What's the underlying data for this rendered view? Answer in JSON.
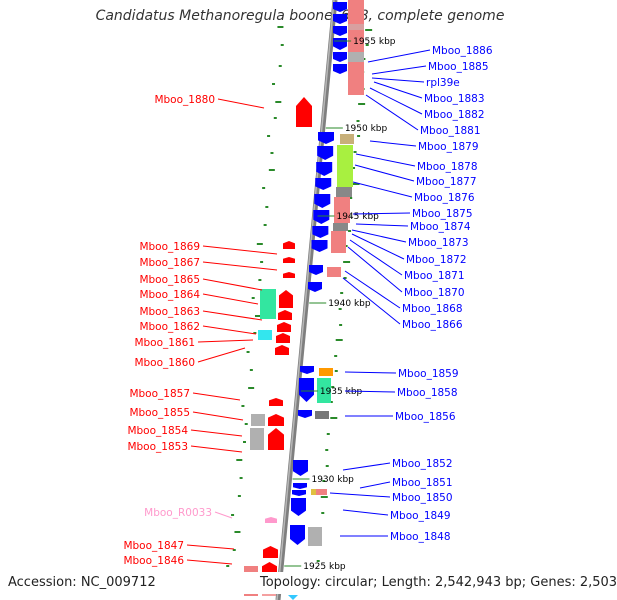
{
  "title": "Candidatus Methanoregula boonei 6A8, complete genome",
  "footer": {
    "accession": "Accession: NC_009712",
    "topology": "Topology: circular; Length: 2,542,943 bp; Genes: 2,503"
  },
  "colors": {
    "backbone": "#7f7f7f",
    "tick": "#2a8a2a",
    "forward_gene": "#ff0000",
    "reverse_gene": "#0000ff",
    "rna_gene": "#ff99cc",
    "cds_light_red": "#f08080",
    "cds_green": "#33e6a0",
    "cds_cyan": "#33e6ee",
    "cds_lime": "#a8f040",
    "cds_gray": "#b0b0b0",
    "cds_orange": "#ff9900",
    "cds_tan": "#c8b07a"
  },
  "scale_labels": [
    "1955 kbp",
    "1950 kbp",
    "1945 kbp",
    "1940 kbp",
    "1935 kbp",
    "1930 kbp",
    "1925 kbp"
  ],
  "left_genes": [
    {
      "label": "Mboo_1880",
      "kind": "forward_gene"
    },
    {
      "label": "Mboo_1869",
      "kind": "forward_gene"
    },
    {
      "label": "Mboo_1867",
      "kind": "forward_gene"
    },
    {
      "label": "Mboo_1865",
      "kind": "forward_gene"
    },
    {
      "label": "Mboo_1864",
      "kind": "forward_gene"
    },
    {
      "label": "Mboo_1863",
      "kind": "forward_gene"
    },
    {
      "label": "Mboo_1862",
      "kind": "forward_gene"
    },
    {
      "label": "Mboo_1861",
      "kind": "forward_gene"
    },
    {
      "label": "Mboo_1860",
      "kind": "forward_gene"
    },
    {
      "label": "Mboo_1857",
      "kind": "forward_gene"
    },
    {
      "label": "Mboo_1855",
      "kind": "forward_gene"
    },
    {
      "label": "Mboo_1854",
      "kind": "forward_gene"
    },
    {
      "label": "Mboo_1853",
      "kind": "forward_gene"
    },
    {
      "label": "Mboo_R0033",
      "kind": "rna_gene"
    },
    {
      "label": "Mboo_1847",
      "kind": "forward_gene"
    },
    {
      "label": "Mboo_1846",
      "kind": "forward_gene"
    }
  ],
  "right_genes": [
    {
      "label": "Mboo_1886"
    },
    {
      "label": "Mboo_1885"
    },
    {
      "label": "rpl39e"
    },
    {
      "label": "Mboo_1883"
    },
    {
      "label": "Mboo_1882"
    },
    {
      "label": "Mboo_1881"
    },
    {
      "label": "Mboo_1879"
    },
    {
      "label": "Mboo_1878"
    },
    {
      "label": "Mboo_1877"
    },
    {
      "label": "Mboo_1876"
    },
    {
      "label": "Mboo_1875"
    },
    {
      "label": "Mboo_1874"
    },
    {
      "label": "Mboo_1873"
    },
    {
      "label": "Mboo_1872"
    },
    {
      "label": "Mboo_1871"
    },
    {
      "label": "Mboo_1870"
    },
    {
      "label": "Mboo_1868"
    },
    {
      "label": "Mboo_1866"
    },
    {
      "label": "Mboo_1859"
    },
    {
      "label": "Mboo_1858"
    },
    {
      "label": "Mboo_1856"
    },
    {
      "label": "Mboo_1852"
    },
    {
      "label": "Mboo_1851"
    },
    {
      "label": "Mboo_1850"
    },
    {
      "label": "Mboo_1849"
    },
    {
      "label": "Mboo_1848"
    }
  ]
}
